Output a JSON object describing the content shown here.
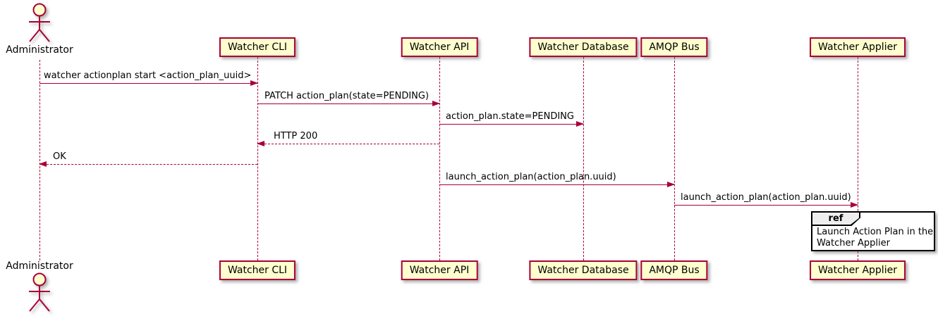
{
  "diagram": {
    "type": "sequence",
    "actor": {
      "name": "Administrator"
    },
    "participants": [
      {
        "name": "Watcher CLI"
      },
      {
        "name": "Watcher API"
      },
      {
        "name": "Watcher Database"
      },
      {
        "name": "AMQP Bus"
      },
      {
        "name": "Watcher Applier"
      }
    ],
    "messages": [
      {
        "from": "Administrator",
        "to": "Watcher CLI",
        "style": "solid",
        "text": "watcher actionplan start <action_plan_uuid>"
      },
      {
        "from": "Watcher CLI",
        "to": "Watcher API",
        "style": "solid",
        "text": "PATCH action_plan(state=PENDING)"
      },
      {
        "from": "Watcher API",
        "to": "Watcher Database",
        "style": "solid",
        "text": "action_plan.state=PENDING"
      },
      {
        "from": "Watcher API",
        "to": "Watcher CLI",
        "style": "dashed",
        "text": "HTTP 200"
      },
      {
        "from": "Watcher CLI",
        "to": "Administrator",
        "style": "dashed",
        "text": "OK"
      },
      {
        "from": "Watcher API",
        "to": "AMQP Bus",
        "style": "solid",
        "text": "launch_action_plan(action_plan.uuid)"
      },
      {
        "from": "AMQP Bus",
        "to": "Watcher Applier",
        "style": "solid",
        "text": "launch_action_plan(action_plan.uuid)"
      }
    ],
    "ref": {
      "keyword": "ref",
      "over": "Watcher Applier",
      "line1": "Launch Action Plan in the",
      "line2": "Watcher Applier"
    },
    "colors": {
      "participant_fill": "#FEFECE",
      "participant_border": "#A80036",
      "line": "#A80036",
      "text": "#000000",
      "ref_border": "#000000",
      "ref_tab_fill": "#EEEEEE",
      "background": "#FFFFFF"
    }
  }
}
